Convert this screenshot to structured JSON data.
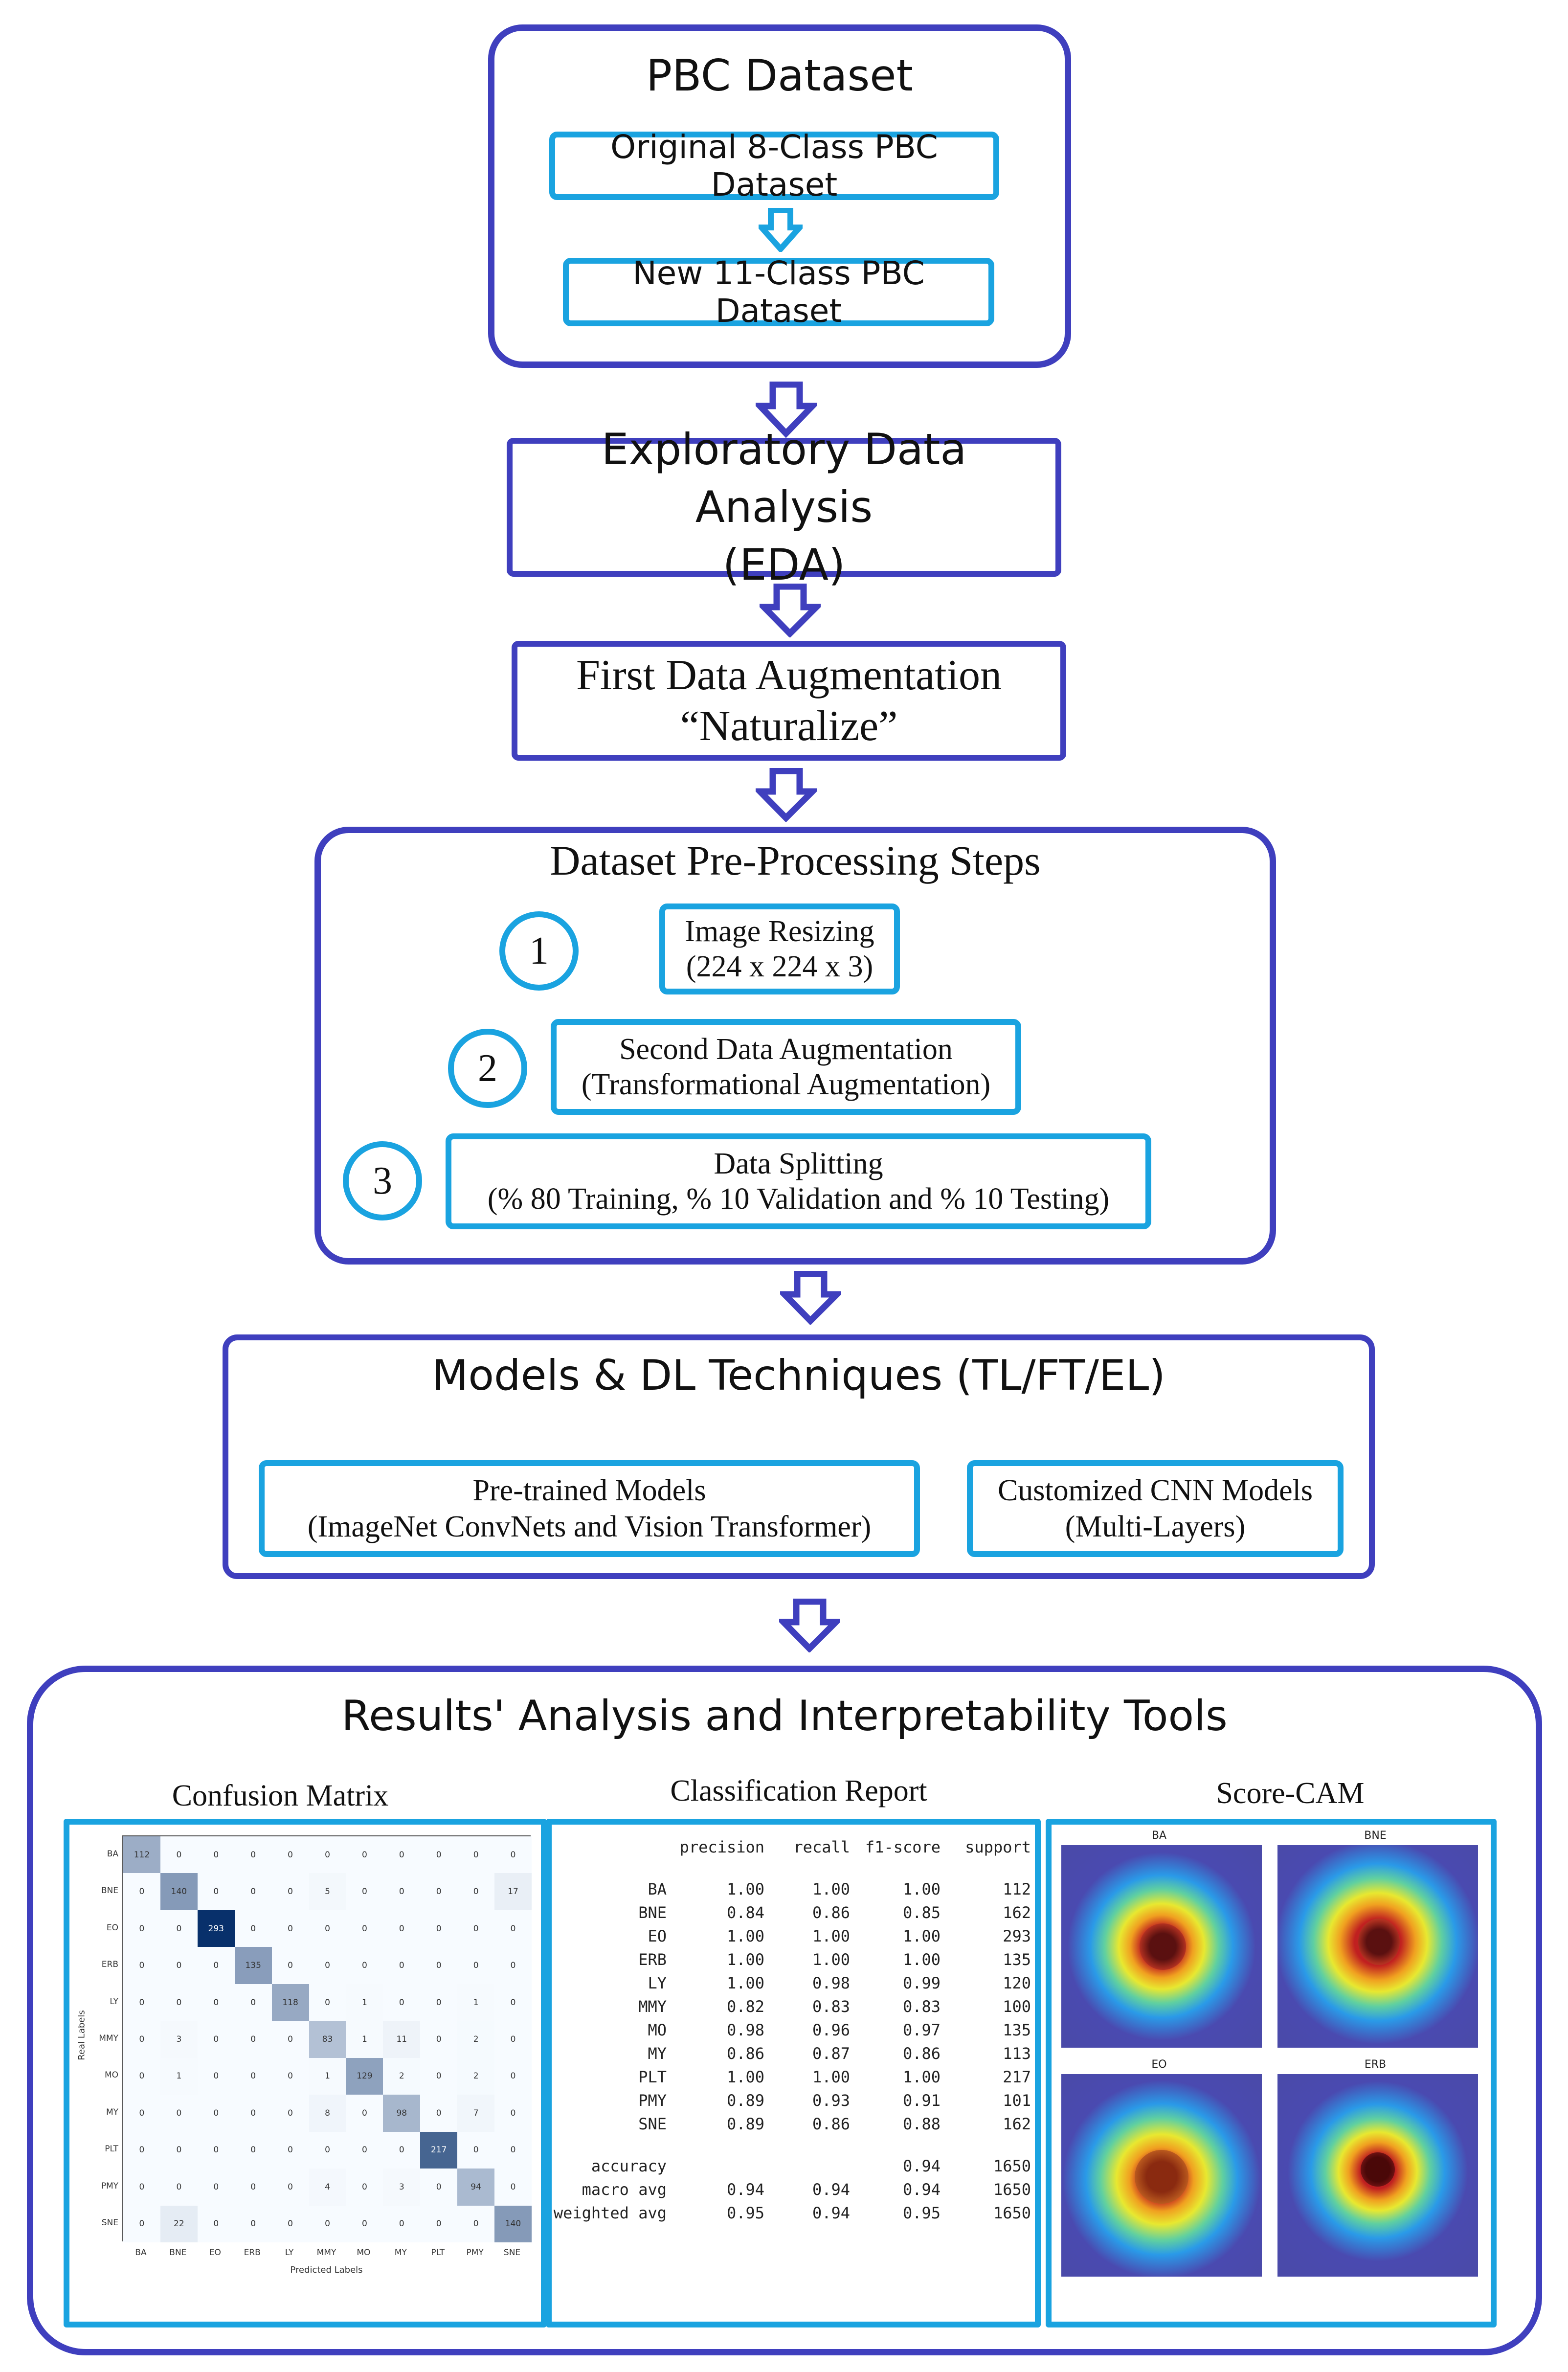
{
  "pbc": {
    "title": "PBC Dataset",
    "original": "Original 8-Class PBC Dataset",
    "new": "New 11-Class PBC Dataset"
  },
  "eda": {
    "line1": "Exploratory Data Analysis",
    "line2": "(EDA)"
  },
  "augment": {
    "line1": "First Data Augmentation",
    "line2": "“Naturalize”"
  },
  "preprocess": {
    "title": "Dataset Pre-Processing Steps",
    "steps": [
      {
        "num": "1",
        "line1": "Image Resizing",
        "line2": "(224 x 224 x 3)"
      },
      {
        "num": "2",
        "line1": "Second Data Augmentation",
        "line2": "(Transformational Augmentation)"
      },
      {
        "num": "3",
        "line1": "Data Splitting",
        "line2": "(% 80 Training, % 10 Validation and % 10 Testing)"
      }
    ]
  },
  "models": {
    "title": "Models & DL Techniques (TL/FT/EL)",
    "pretrained": {
      "line1": "Pre-trained Models",
      "line2": "(ImageNet ConvNets and Vision Transformer)"
    },
    "custom": {
      "line1": "Customized CNN Models",
      "line2": "(Multi-Layers)"
    }
  },
  "results": {
    "title": "Results' Analysis and Interpretability Tools",
    "confusion_title": "Confusion Matrix",
    "report_title": "Classification Report",
    "scorecam_title": "Score-CAM"
  },
  "confusion_matrix": {
    "labels": [
      "BA",
      "BNE",
      "EO",
      "ERB",
      "LY",
      "MMY",
      "MO",
      "MY",
      "PLT",
      "PMY",
      "SNE"
    ],
    "x_axis_label": "Predicted Labels",
    "y_axis_label": "Real Labels",
    "rows": [
      [
        112,
        0,
        0,
        0,
        0,
        0,
        0,
        0,
        0,
        0,
        0
      ],
      [
        0,
        140,
        0,
        0,
        0,
        5,
        0,
        0,
        0,
        0,
        17
      ],
      [
        0,
        0,
        293,
        0,
        0,
        0,
        0,
        0,
        0,
        0,
        0
      ],
      [
        0,
        0,
        0,
        135,
        0,
        0,
        0,
        0,
        0,
        0,
        0
      ],
      [
        0,
        0,
        0,
        0,
        118,
        0,
        1,
        0,
        0,
        1,
        0
      ],
      [
        0,
        3,
        0,
        0,
        0,
        83,
        1,
        11,
        0,
        2,
        0
      ],
      [
        0,
        1,
        0,
        0,
        0,
        1,
        129,
        2,
        0,
        2,
        0
      ],
      [
        0,
        0,
        0,
        0,
        0,
        8,
        0,
        98,
        0,
        7,
        0
      ],
      [
        0,
        0,
        0,
        0,
        0,
        0,
        0,
        0,
        217,
        0,
        0
      ],
      [
        0,
        0,
        0,
        0,
        0,
        4,
        0,
        3,
        0,
        94,
        0
      ],
      [
        0,
        22,
        0,
        0,
        0,
        0,
        0,
        0,
        0,
        0,
        140
      ]
    ]
  },
  "classification_report": {
    "headers": [
      "precision",
      "recall",
      "f1-score",
      "support"
    ],
    "rows": [
      {
        "label": "BA",
        "precision": "1.00",
        "recall": "1.00",
        "f1": "1.00",
        "support": "112"
      },
      {
        "label": "BNE",
        "precision": "0.84",
        "recall": "0.86",
        "f1": "0.85",
        "support": "162"
      },
      {
        "label": "EO",
        "precision": "1.00",
        "recall": "1.00",
        "f1": "1.00",
        "support": "293"
      },
      {
        "label": "ERB",
        "precision": "1.00",
        "recall": "1.00",
        "f1": "1.00",
        "support": "135"
      },
      {
        "label": "LY",
        "precision": "1.00",
        "recall": "0.98",
        "f1": "0.99",
        "support": "120"
      },
      {
        "label": "MMY",
        "precision": "0.82",
        "recall": "0.83",
        "f1": "0.83",
        "support": "100"
      },
      {
        "label": "MO",
        "precision": "0.98",
        "recall": "0.96",
        "f1": "0.97",
        "support": "135"
      },
      {
        "label": "MY",
        "precision": "0.86",
        "recall": "0.87",
        "f1": "0.86",
        "support": "113"
      },
      {
        "label": "PLT",
        "precision": "1.00",
        "recall": "1.00",
        "f1": "1.00",
        "support": "217"
      },
      {
        "label": "PMY",
        "precision": "0.89",
        "recall": "0.93",
        "f1": "0.91",
        "support": "101"
      },
      {
        "label": "SNE",
        "precision": "0.89",
        "recall": "0.86",
        "f1": "0.88",
        "support": "162"
      }
    ],
    "summary": [
      {
        "label": "accuracy",
        "precision": "",
        "recall": "",
        "f1": "0.94",
        "support": "1650"
      },
      {
        "label": "macro avg",
        "precision": "0.94",
        "recall": "0.94",
        "f1": "0.94",
        "support": "1650"
      },
      {
        "label": "weighted avg",
        "precision": "0.95",
        "recall": "0.94",
        "f1": "0.95",
        "support": "1650"
      }
    ]
  },
  "scorecam": {
    "panels": [
      "BA",
      "BNE",
      "EO",
      "ERB"
    ]
  },
  "colors": {
    "outer_border": "#3f3fbe",
    "inner_border": "#1aa3e0",
    "arrow": "#3f3fbe",
    "small_arrow": "#1aa3e0"
  }
}
